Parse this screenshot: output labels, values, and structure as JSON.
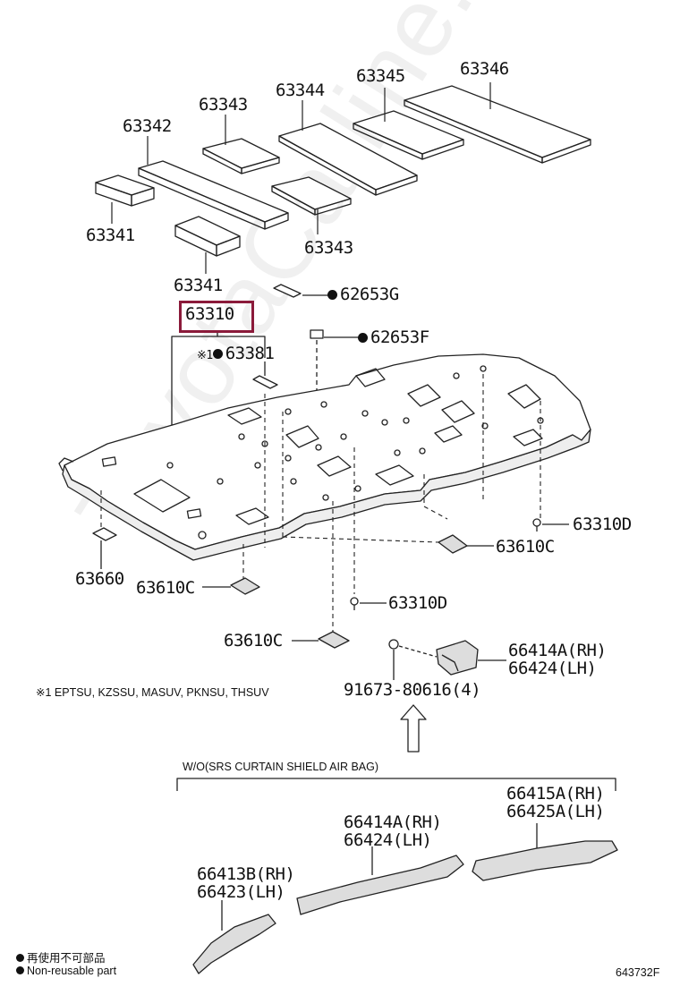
{
  "watermark": "ToyotaCarline.ru",
  "parts": {
    "p63346": "63346",
    "p63345": "63345",
    "p63344": "63344",
    "p63343_top": "63343",
    "p63342": "63342",
    "p63341_left": "63341",
    "p63343_bottom": "63343",
    "p63341_bottom": "63341",
    "p62653G": "62653G",
    "p63310": "63310",
    "p62653F": "62653F",
    "note_mark": "※1",
    "p63381": "63381",
    "p63310D_right": "63310D",
    "p63610C_right": "63610C",
    "p63660": "63660",
    "p63610C_left": "63610C",
    "p63310D_mid": "63310D",
    "p63610C_bottom": "63610C",
    "p66414A_RH_top": "66414A(RH)",
    "p66424_LH_top": "66424(LH)",
    "p91673": "91673-80616(4)",
    "p66415A_RH": "66415A(RH)",
    "p66425A_LH": "66425A(LH)",
    "p66414A_RH_bottom": "66414A(RH)",
    "p66424_LH_bottom": "66424(LH)",
    "p66413B_RH": "66413B(RH)",
    "p66423_LH": "66423(LH)"
  },
  "notes": {
    "footnote1": "※1 EPTSU, KZSSU, MASUV, PKNSU, THSUV",
    "condition": "W/O(SRS CURTAIN SHIELD AIR BAG)",
    "legend_jp": "再使用不可部品",
    "legend_en": "Non-reusable part",
    "figure_id": "643732F"
  }
}
